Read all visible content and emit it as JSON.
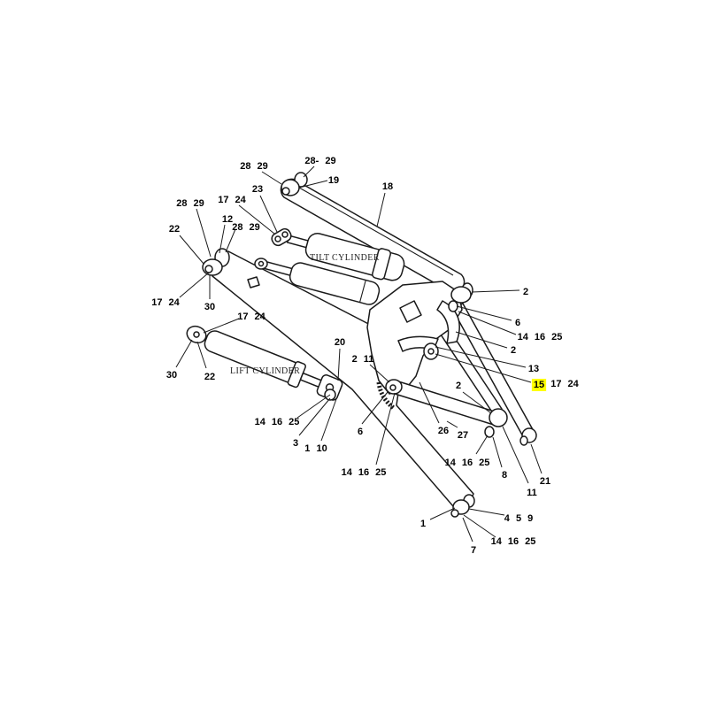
{
  "diagram": {
    "ink_color": "#1a1a1a",
    "highlight_color": "#ffff00",
    "cylinders": {
      "tilt_label": "TILT CYLINDER",
      "lift_label": "LIFT CYLINDER"
    },
    "callouts": [
      {
        "text": "28 29"
      },
      {
        "text": "28- 29"
      },
      {
        "text": "19"
      },
      {
        "text": "18"
      },
      {
        "text": "23"
      },
      {
        "text": "28 29"
      },
      {
        "text": "17 24"
      },
      {
        "text": "12"
      },
      {
        "text": "28 29"
      },
      {
        "text": "22"
      },
      {
        "text": "2"
      },
      {
        "text": "17 24"
      },
      {
        "text": "30"
      },
      {
        "text": "6"
      },
      {
        "text": "14 16 25"
      },
      {
        "text": "17 24"
      },
      {
        "text": "2"
      },
      {
        "text": "20"
      },
      {
        "text": "2 11"
      },
      {
        "text": "13"
      },
      {
        "text": "30"
      },
      {
        "text": "22"
      },
      {
        "text": "15",
        "highlighted": true
      },
      {
        "text": "17 24"
      },
      {
        "text": "2"
      },
      {
        "text": "14 16 25"
      },
      {
        "text": "26"
      },
      {
        "text": "6"
      },
      {
        "text": "27"
      },
      {
        "text": "3"
      },
      {
        "text": "1 10"
      },
      {
        "text": "14 16 25"
      },
      {
        "text": "8"
      },
      {
        "text": "14 16 25"
      },
      {
        "text": "21"
      },
      {
        "text": "11"
      },
      {
        "text": "4 5 9"
      },
      {
        "text": "1"
      },
      {
        "text": "14 16 25"
      },
      {
        "text": "7"
      }
    ]
  }
}
